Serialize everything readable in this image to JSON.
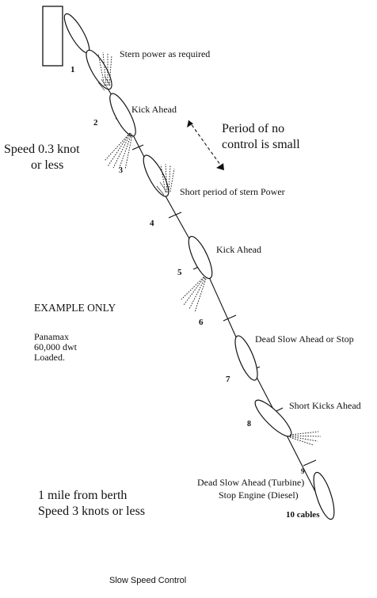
{
  "labels": {
    "stern_power": "Stern power as required",
    "kick_ahead_1": "Kick Ahead",
    "period_line1": "Period of no",
    "period_line2": "control is small",
    "speed_line1": "Speed 0.3 knot",
    "speed_line2": "or less",
    "short_period": "Short period of stern Power",
    "kick_ahead_2": "Kick Ahead",
    "example": "EXAMPLE ONLY",
    "vessel_line1": "Panamax",
    "vessel_line2": "60,000 dwt",
    "vessel_line3": "Loaded.",
    "dead_slow": "Dead Slow Ahead or Stop",
    "short_kicks": "Short Kicks Ahead",
    "dead_slow_turbine": "Dead Slow Ahead (Turbine)",
    "stop_engine": "Stop Engine (Diesel)",
    "mile_line1": "1 mile from berth",
    "mile_line2": "Speed 3 knots or less",
    "ten_cables": "10 cables",
    "caption": "Slow Speed Control"
  },
  "positions": [
    "1",
    "2",
    "3",
    "4",
    "5",
    "6",
    "7",
    "8",
    "9"
  ]
}
